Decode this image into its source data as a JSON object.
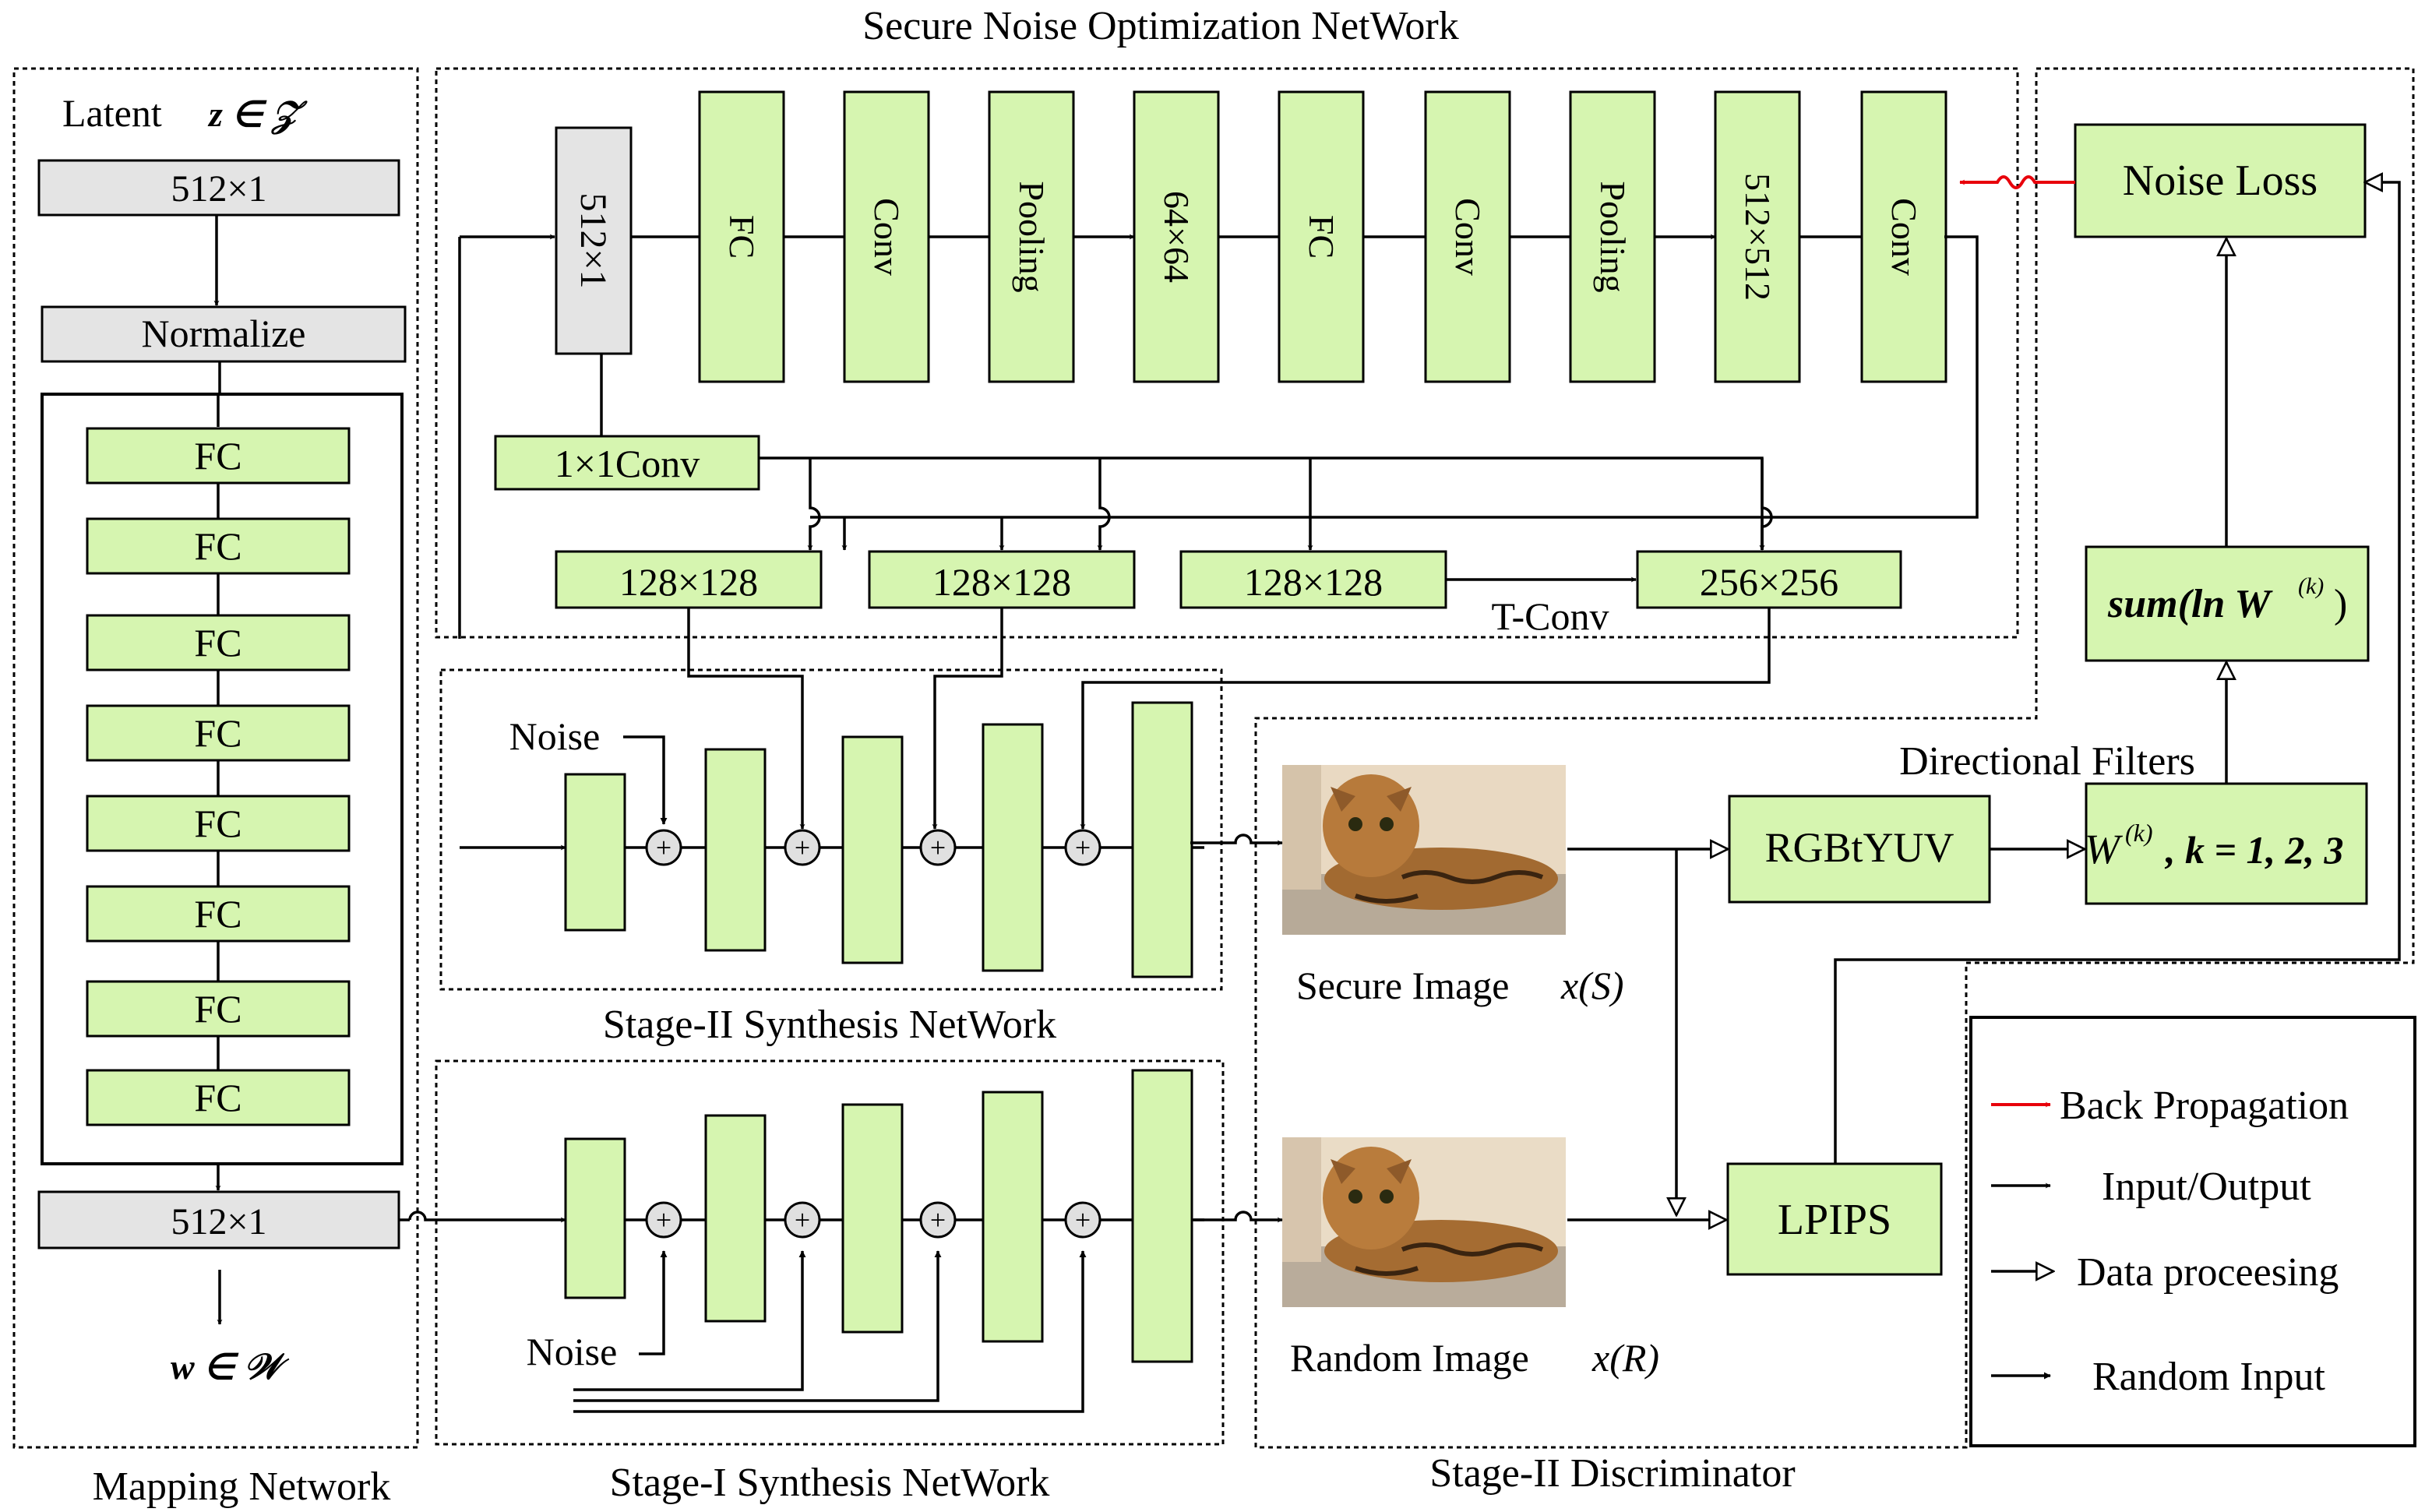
{
  "title": "Secure Noise Optimization NetWork",
  "sections": {
    "mapping": "Mapping Network",
    "stage1": "Stage-I Synthesis NetWork",
    "stage2": "Stage-II Synthesis NetWork",
    "discriminator": "Stage-II Discriminator"
  },
  "mapping": {
    "latent_label": "Latent",
    "latent_math": "z ∈ 𝒵",
    "input": "512×1",
    "normalize": "Normalize",
    "fc_layers": [
      "FC",
      "FC",
      "FC",
      "FC",
      "FC",
      "FC",
      "FC",
      "FC"
    ],
    "output": "512×1",
    "w_math": "w ∈ 𝒲"
  },
  "secure": {
    "input": "512×1",
    "layers": [
      "FC",
      "Conv",
      "Pooling",
      "64×64",
      "FC",
      "Conv",
      "Pooling",
      "512×512",
      "Conv"
    ],
    "conv1x1": "1×1Conv",
    "outputs": [
      "128×128",
      "128×128",
      "128×128",
      "256×256"
    ],
    "tconv": "T-Conv"
  },
  "synthesis": {
    "noise2": "Noise",
    "noise1": "Noise"
  },
  "discriminator": {
    "noise_loss": "Noise Loss",
    "sum": "sum(ln W",
    "sum_sup": "(k)",
    "sum_close": ")",
    "directional_filters": "Directional Filters",
    "rgbtyuv": "RGBtYUV",
    "wk": "W",
    "wk_sup": "(k)",
    "wk_rest": ", k = 1, 2, 3",
    "lpips": "LPIPS",
    "secure_image": "Secure Image",
    "secure_math": "x(S)",
    "random_image": "Random Image",
    "random_math": "x(R)"
  },
  "legend": {
    "items": [
      "Back Propagation",
      "Input/Output",
      "Data proceesing",
      "Random Input"
    ]
  },
  "colors": {
    "block_fill": "#d6f5b0",
    "gray_fill": "#e4e4e4",
    "backprop": "#e8000b"
  }
}
